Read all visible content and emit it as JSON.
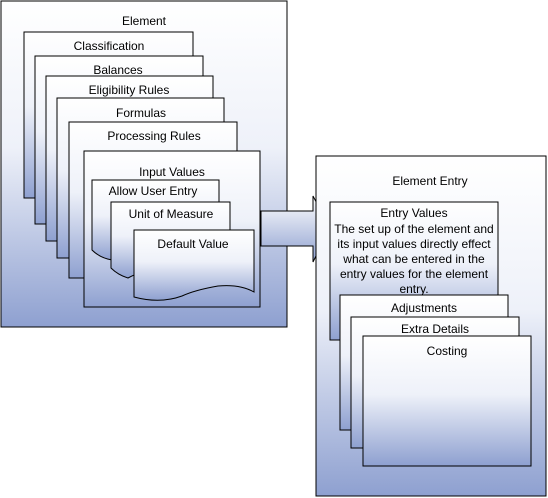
{
  "element": {
    "title": "Element",
    "cards": {
      "classification": "Classification",
      "balances": "Balances",
      "eligibility": "Eligibility Rules",
      "formulas": "Formulas",
      "processing": "Processing Rules"
    },
    "input_values": {
      "title": "Input Values",
      "allow_user_entry": "Allow User Entry",
      "unit_of_measure": "Unit of Measure",
      "default_value": "Default Value"
    }
  },
  "element_entry": {
    "title": "Element Entry",
    "entry_values": {
      "title": "Entry Values",
      "description_lines": [
        "The set up of the element and",
        "its input values directly effect",
        "what can be entered in the",
        "entry values for the element",
        "entry."
      ]
    },
    "cards": {
      "adjustments": "Adjustments",
      "extra_details": "Extra Details",
      "costing": "Costing"
    }
  },
  "colors": {
    "gradient_top": "#ffffff",
    "gradient_bottom": "#8ea0d0",
    "stroke": "#000000"
  }
}
